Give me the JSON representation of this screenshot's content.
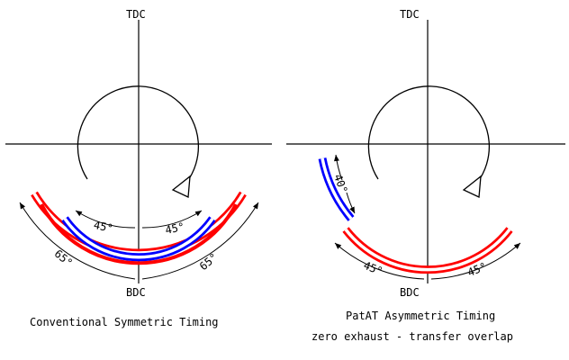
{
  "left_panel": {
    "tdc_label": "TDC",
    "bdc_label": "BDC",
    "angle_inner_left": "45°",
    "angle_inner_right": "45°",
    "angle_outer_left": "65°",
    "angle_outer_right": "65°",
    "caption": "Conventional Symmetric Timing"
  },
  "right_panel": {
    "tdc_label": "TDC",
    "bdc_label": "BDC",
    "angle_exhaust": "40°",
    "angle_left": "45°",
    "angle_right": "45°",
    "caption_line1": "PatAT Asymmetric Timing",
    "caption_line2": "zero exhaust - transfer overlap"
  },
  "colors": {
    "line": "#000000",
    "transfer_port": "#ff0000",
    "exhaust_port": "#0000ff"
  }
}
